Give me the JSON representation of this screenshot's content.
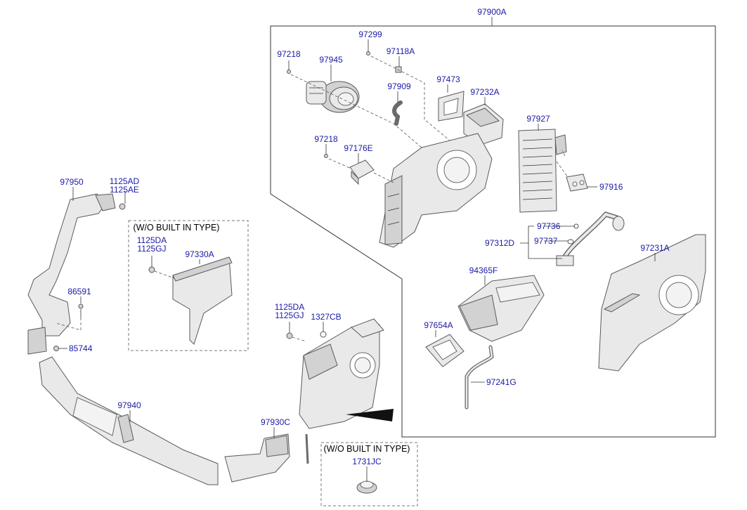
{
  "labels": {
    "p97900A": "97900A",
    "p97299": "97299",
    "p97218a": "97218",
    "p97945": "97945",
    "p97118A": "97118A",
    "p97909": "97909",
    "p97473": "97473",
    "p97232A": "97232A",
    "p97927": "97927",
    "p97218b": "97218",
    "p97176E": "97176E",
    "p97916": "97916",
    "p97736": "97736",
    "p97312D": "97312D",
    "p97737": "97737",
    "p97231A": "97231A",
    "p94365F": "94365F",
    "p97654A": "97654A",
    "p97241G": "97241G",
    "p97950": "97950",
    "p1125AD": "1125AD",
    "p1125AE": "1125AE",
    "p1125DA_a": "1125DA",
    "p1125GJ_a": "1125GJ",
    "p97330A": "97330A",
    "p86591": "86591",
    "p85744": "85744",
    "p1125DA_b": "1125DA",
    "p1125GJ_b": "1125GJ",
    "p1327CB": "1327CB",
    "p97940": "97940",
    "p97930C": "97930C",
    "p1731JC": "1731JC"
  },
  "notes": {
    "wo_built_in_1": "(W/O BUILT IN TYPE)",
    "wo_built_in_2": "(W/O BUILT IN TYPE)"
  }
}
